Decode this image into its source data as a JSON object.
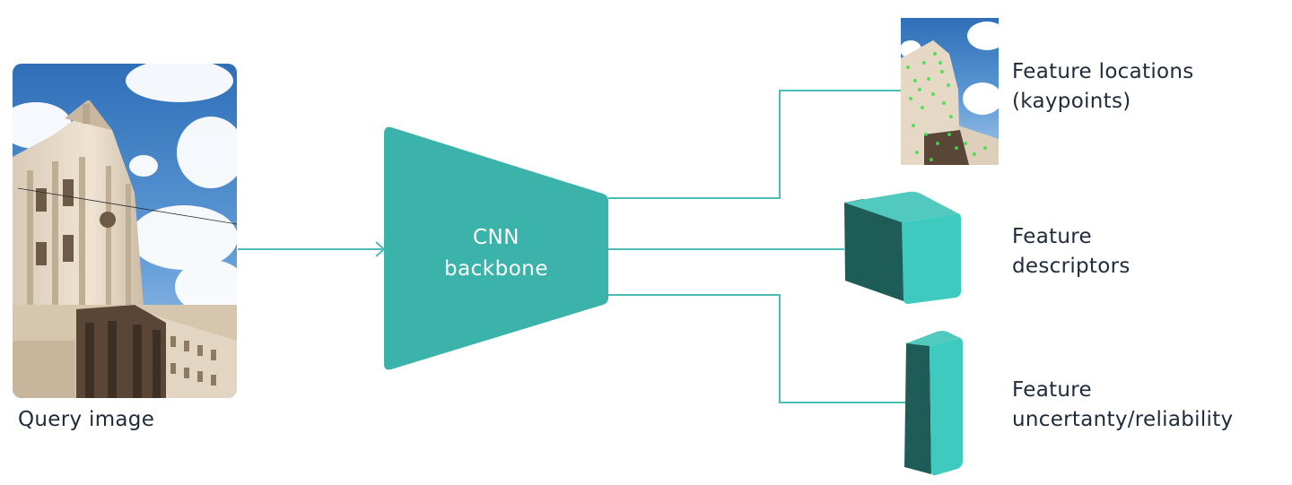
{
  "colors": {
    "teal": "#3bb2aa",
    "connector": "#4dbcb2",
    "text": "#1f2a3a",
    "cube_front": "#3ecabe",
    "cube_top": "#52c9be",
    "cube_side": "#1e5d57"
  },
  "input": {
    "caption": "Query image"
  },
  "backbone": {
    "line1": "CNN",
    "line2": "backbone"
  },
  "outputs": [
    {
      "line1": "Feature locations",
      "line2": "(kaypoints)"
    },
    {
      "line1": "Feature",
      "line2": "descriptors"
    },
    {
      "line1": "Feature",
      "line2": "uncertanty/reliability"
    }
  ]
}
